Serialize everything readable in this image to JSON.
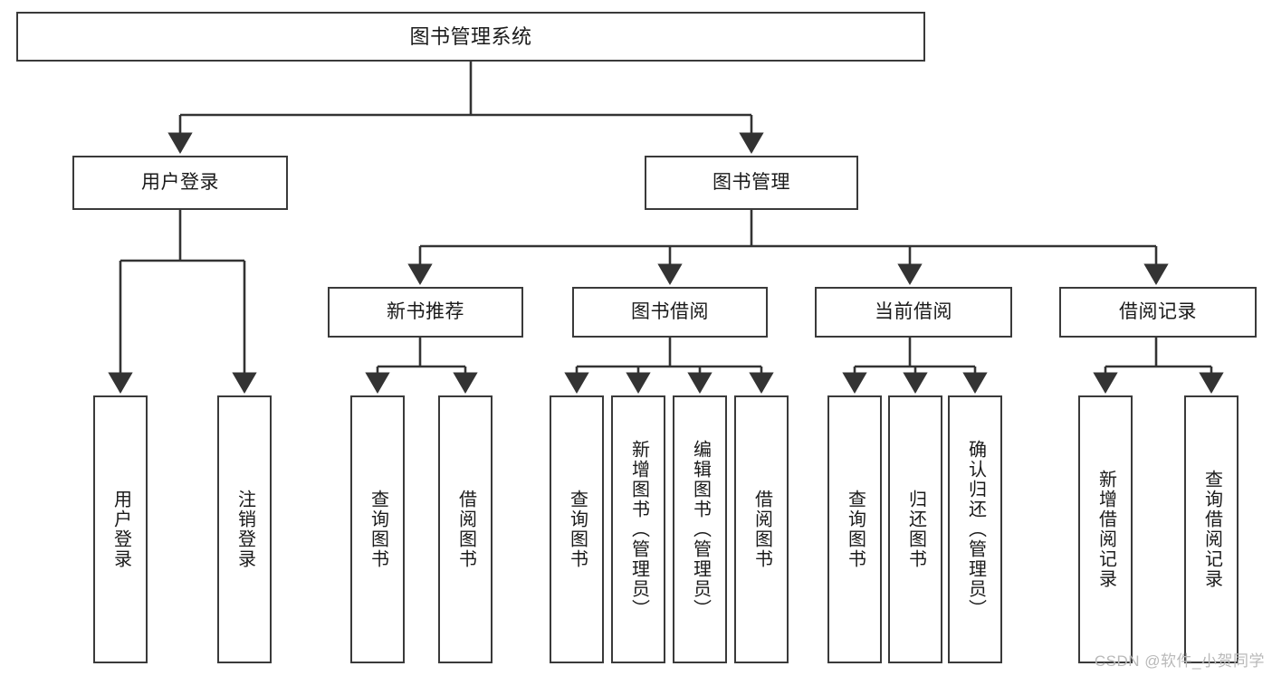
{
  "diagram": {
    "title": "图书管理系统",
    "type": "tree",
    "watermark": "CSDN @软件_小贺同学",
    "colors": {
      "box_border": "#3a3a3a",
      "box_fill": "#ffffff",
      "connector": "#333333",
      "text": "#1a1a1a",
      "watermark": "#b9b9b9"
    },
    "nodes": {
      "root": {
        "label": "图书管理系统",
        "orientation": "horizontal"
      },
      "level2": [
        {
          "id": "user-login",
          "label": "用户登录",
          "orientation": "horizontal"
        },
        {
          "id": "book-manage",
          "label": "图书管理",
          "orientation": "horizontal"
        }
      ],
      "level3": [
        {
          "id": "new-book-recommend",
          "label": "新书推荐",
          "orientation": "horizontal"
        },
        {
          "id": "book-borrow",
          "label": "图书借阅",
          "orientation": "horizontal"
        },
        {
          "id": "current-borrow",
          "label": "当前借阅",
          "orientation": "horizontal"
        },
        {
          "id": "borrow-record",
          "label": "借阅记录",
          "orientation": "horizontal"
        }
      ],
      "leaves": [
        {
          "id": "leaf-user-login",
          "label": "用户登录",
          "parent": "user-login",
          "orientation": "vertical"
        },
        {
          "id": "leaf-logout-login",
          "label": "注销登录",
          "parent": "user-login",
          "orientation": "vertical"
        },
        {
          "id": "leaf-query-book-1",
          "label": "查询图书",
          "parent": "new-book-recommend",
          "orientation": "vertical"
        },
        {
          "id": "leaf-borrow-book-1",
          "label": "借阅图书",
          "parent": "new-book-recommend",
          "orientation": "vertical"
        },
        {
          "id": "leaf-query-book-2",
          "label": "查询图书",
          "parent": "book-borrow",
          "orientation": "vertical"
        },
        {
          "id": "leaf-add-book",
          "label": "新增图书（管理员）",
          "parent": "book-borrow",
          "orientation": "vertical"
        },
        {
          "id": "leaf-edit-book",
          "label": "编辑图书（管理员）",
          "parent": "book-borrow",
          "orientation": "vertical"
        },
        {
          "id": "leaf-borrow-book-2",
          "label": "借阅图书",
          "parent": "book-borrow",
          "orientation": "vertical"
        },
        {
          "id": "leaf-query-book-3",
          "label": "查询图书",
          "parent": "current-borrow",
          "orientation": "vertical"
        },
        {
          "id": "leaf-return-book",
          "label": "归还图书",
          "parent": "current-borrow",
          "orientation": "vertical"
        },
        {
          "id": "leaf-confirm-return",
          "label": "确认归还（管理员）",
          "parent": "current-borrow",
          "orientation": "vertical"
        },
        {
          "id": "leaf-add-record",
          "label": "新增借阅记录",
          "parent": "borrow-record",
          "orientation": "vertical"
        },
        {
          "id": "leaf-query-record",
          "label": "查询借阅记录",
          "parent": "borrow-record",
          "orientation": "vertical"
        }
      ]
    }
  }
}
